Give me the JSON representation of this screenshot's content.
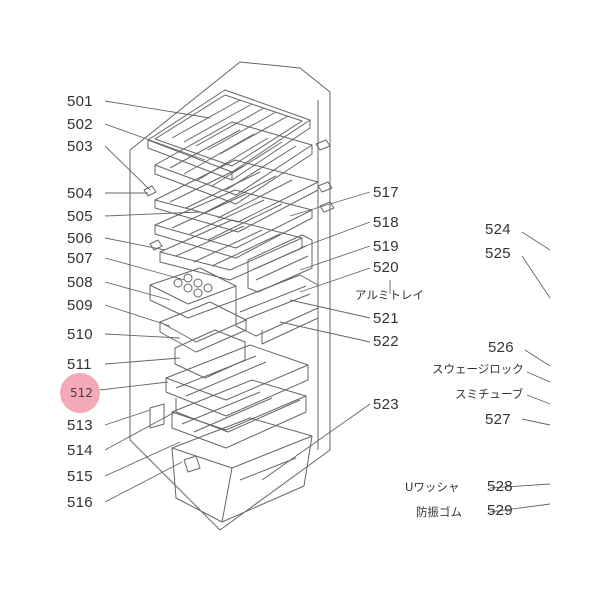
{
  "labels_left": [
    "501",
    "502",
    "503",
    "504",
    "505",
    "506",
    "507",
    "508",
    "509",
    "510",
    "511",
    "513",
    "514",
    "515",
    "516"
  ],
  "highlighted_label": "512",
  "labels_right": [
    "517",
    "518",
    "519",
    "520",
    "521",
    "522",
    "523"
  ],
  "labels_far_right": [
    "524",
    "525",
    "526",
    "527",
    "528",
    "529"
  ],
  "jp_labels": {
    "aluminum_tray": "アルミトレイ",
    "swage_lock": "スウェージロック",
    "sumi_tube": "スミチューブ",
    "u_washer": "Uワッシャ",
    "vibration_rubber": "防振ゴム"
  },
  "colors": {
    "line": "#666666",
    "highlight": "#f4a9b6"
  }
}
